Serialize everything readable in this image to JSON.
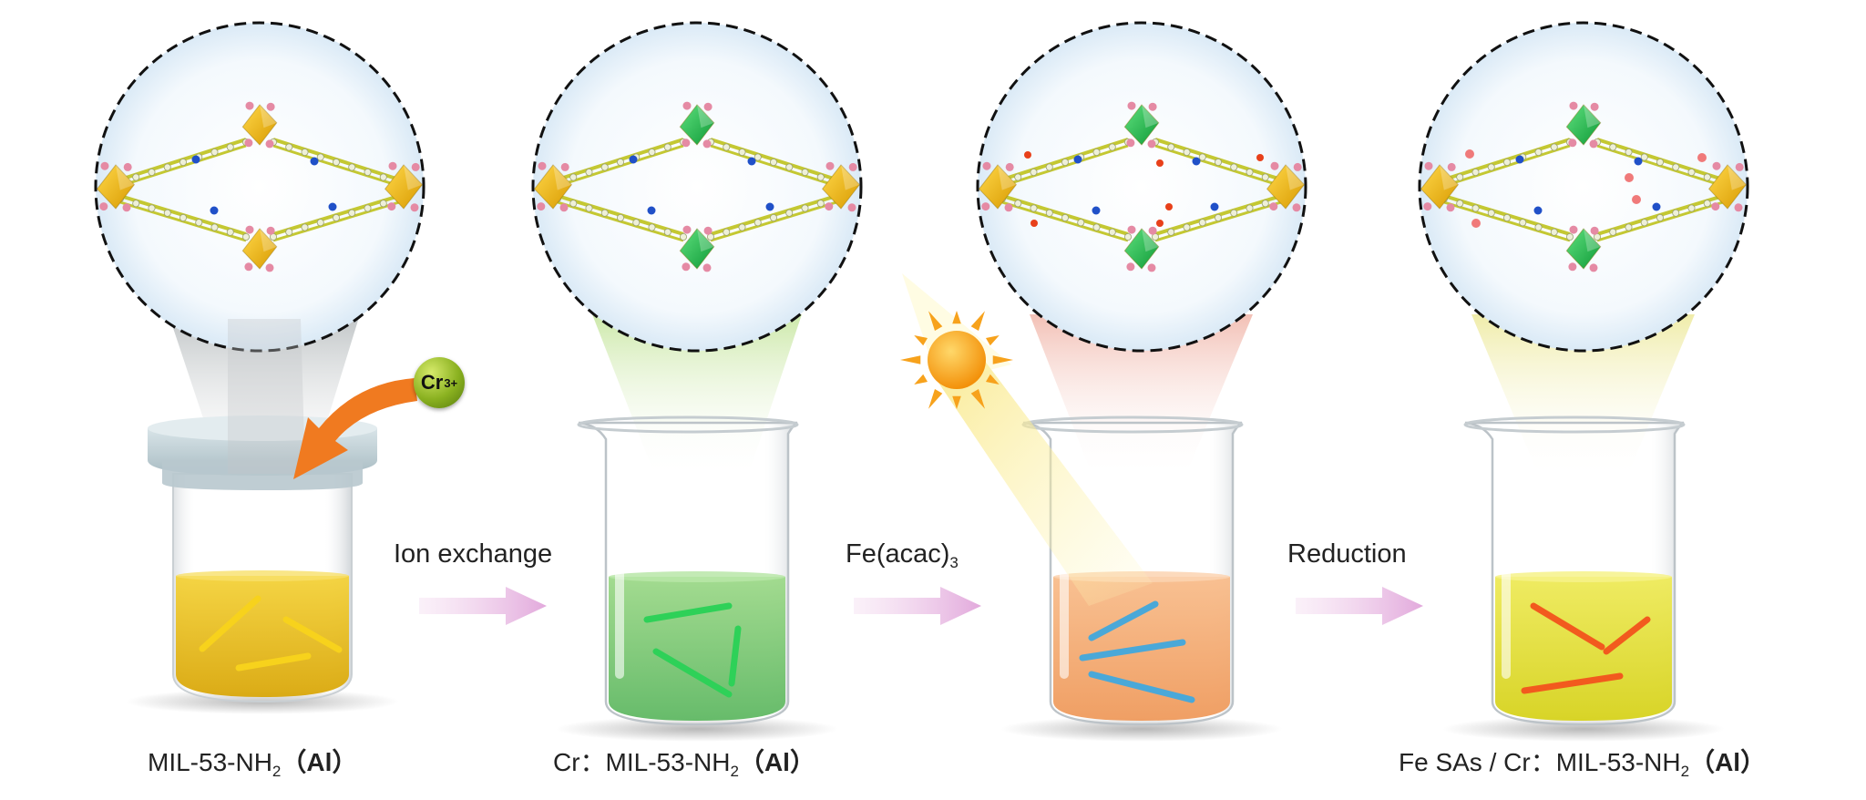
{
  "labels": {
    "mil": {
      "prefix": "MIL-53-NH",
      "sub": "2",
      "suffix": "（Al）"
    },
    "cr_mil": {
      "prefix": "Cr：MIL-53-NH",
      "sub": "2",
      "suffix": "（Al）"
    },
    "fe_cr_mil": {
      "prefix": "Fe SAs / Cr：MIL-53-NH",
      "sub": "2",
      "suffix": "（Al）"
    }
  },
  "steps": {
    "ion_exchange": "Ion exchange",
    "fe_acac": {
      "text": "Fe(acac)",
      "sub": "3"
    },
    "reduction": "Reduction"
  },
  "cr_badge": {
    "symbol": "Cr",
    "charge": "3+"
  },
  "colors": {
    "liquid_yellow": "#f2c418",
    "liquid_green": "#8fd37a",
    "liquid_orange": "#f5b07a",
    "liquid_lime": "#e8e43a",
    "octa_yellow": "#f1b511",
    "octa_green": "#1fb84a",
    "rod_yellow": "#f7d21c",
    "rod_green": "#2ed158",
    "rod_blue": "#4aa8d8",
    "rod_red": "#f25a1e",
    "arrow_pink": "#e7b6e1",
    "sun": "#f9a11b",
    "cone_gray": "#bfc4c6",
    "cone_green": "#cfe8a8",
    "cone_red": "#f3c2b8",
    "cone_yellow": "#f2f0b0"
  }
}
